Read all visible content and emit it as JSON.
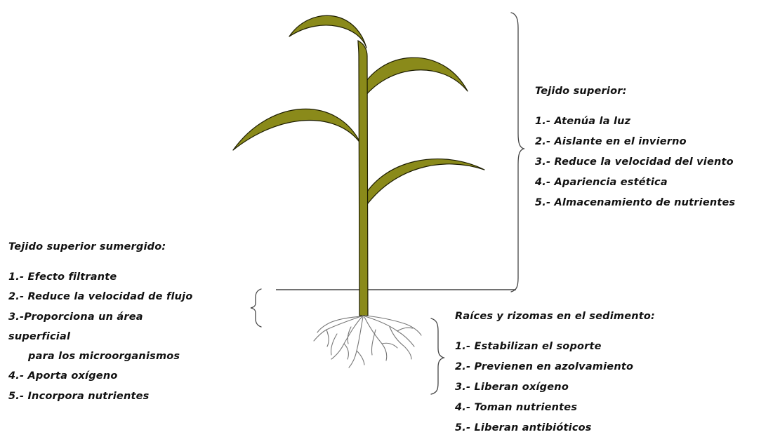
{
  "colors": {
    "plant_fill": "#8a8a1a",
    "plant_stroke": "#1c1c00",
    "line": "#444444",
    "text": "#111111",
    "background": "#ffffff"
  },
  "top_tissue": {
    "title": "Tejido superior:",
    "items": [
      "1.- Atenúa la luz",
      "2.- Aislante en el invierno",
      "3.-  Reduce la velocidad del viento",
      "4.- Apariencia estética",
      "5.- Almacenamiento de nutrientes"
    ]
  },
  "submerged_tissue": {
    "title": "Tejido superior sumergido:",
    "items": [
      "1.- Efecto filtrante",
      "2.- Reduce la velocidad de flujo",
      "3.-Proporciona un área",
      "superficial",
      "para los microorganismos",
      "4.- Aporta oxígeno",
      "5.- Incorpora nutrientes"
    ]
  },
  "roots": {
    "title": "Raíces y rizomas en el sedimento:",
    "items": [
      "1.- Estabilizan el soporte",
      "2.- Previenen en azolvamiento",
      "3.- Liberan oxígeno",
      "4.- Toman nutrientes",
      "5.- Liberan antibióticos"
    ]
  }
}
